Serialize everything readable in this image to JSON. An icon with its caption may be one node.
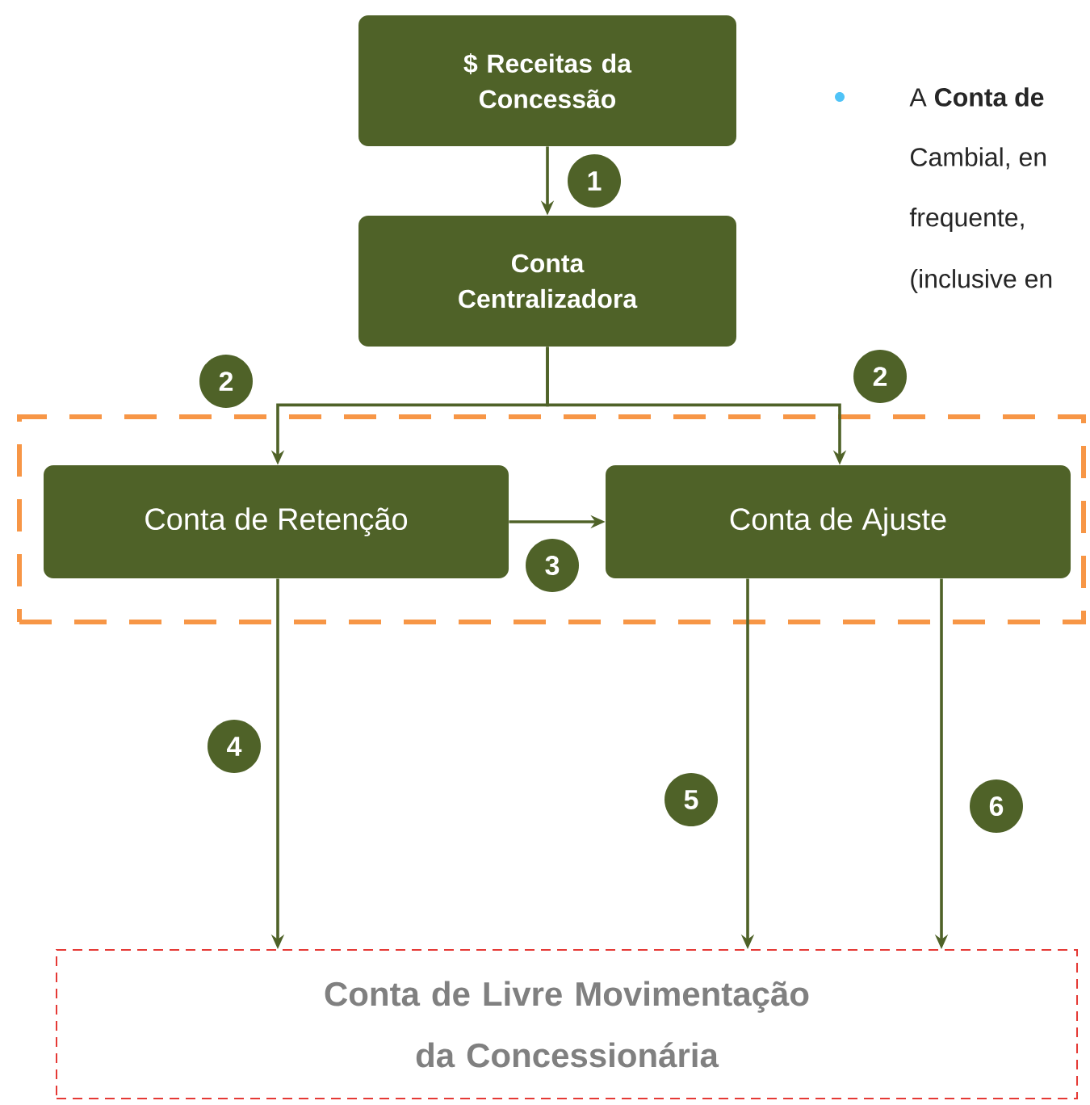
{
  "diagram": {
    "nodes": [
      {
        "text": [
          "$ Receitas da Concessão"
        ]
      },
      {
        "text": [
          "Conta Centralizadora"
        ]
      },
      {
        "text": [],
        "shape": "box"
      },
      {
        "text": [
          "Conta de Retenção"
        ],
        "in": 2
      },
      {
        "text": [
          "Conta de Ajuste"
        ],
        "in": 2
      },
      {
        "text": [
          "Conta de Livre Movimentação da Concessionária"
        ]
      }
    ],
    "edges": [
      {
        "from": 0,
        "to": 1,
        "arrow": "to",
        "label": "1"
      },
      {
        "from": 1,
        "to": 3,
        "arrow": "to",
        "label": "2"
      },
      {
        "from": 1,
        "to": 4,
        "arrow": "to",
        "label": "2"
      },
      {
        "from": 3,
        "to": 4,
        "arrow": "to",
        "label": "3"
      },
      {
        "from": 3,
        "to": 5,
        "arrow": "to",
        "label": "4"
      },
      {
        "from": 4,
        "to": 5,
        "arrow": "to",
        "label": "5"
      },
      {
        "from": 4,
        "to": 5,
        "arrow": "to",
        "label": "6"
      }
    ],
    "labels": [
      "A **Conta de**",
      "Cambial, en",
      "frequente,",
      "(inclusive en"
    ]
  }
}
